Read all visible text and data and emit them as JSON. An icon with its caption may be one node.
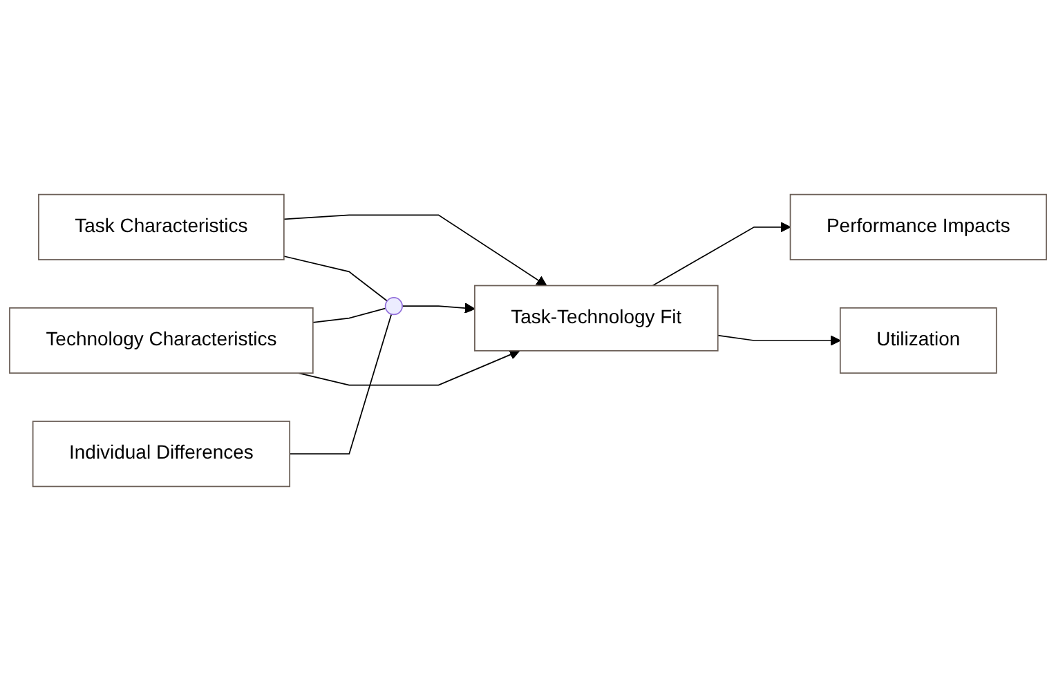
{
  "diagram": {
    "nodes": [
      {
        "text": [
          "Task Characteristics"
        ]
      },
      {
        "text": [
          "Individual Differences"
        ]
      },
      {
        "text": [
          "Technology Characteristics"
        ]
      },
      {
        "text": [],
        "shape": "circle"
      },
      {
        "text": [
          "Task-Technology Fit"
        ]
      },
      {
        "text": [
          "Performance Impacts"
        ]
      },
      {
        "text": [
          "Utilization"
        ]
      }
    ],
    "edges": [
      {
        "from": 0,
        "to": 4,
        "arrow": "to"
      },
      {
        "from": 0,
        "to": 3,
        "arrow": "none"
      },
      {
        "from": 1,
        "to": 3,
        "arrow": "none"
      },
      {
        "from": 2,
        "to": 3,
        "arrow": "none"
      },
      {
        "from": 2,
        "to": 4,
        "arrow": "to"
      },
      {
        "from": 3,
        "to": 4,
        "arrow": "to"
      },
      {
        "from": 4,
        "to": 5,
        "arrow": "to"
      },
      {
        "from": 4,
        "to": 6,
        "arrow": "to"
      }
    ]
  }
}
